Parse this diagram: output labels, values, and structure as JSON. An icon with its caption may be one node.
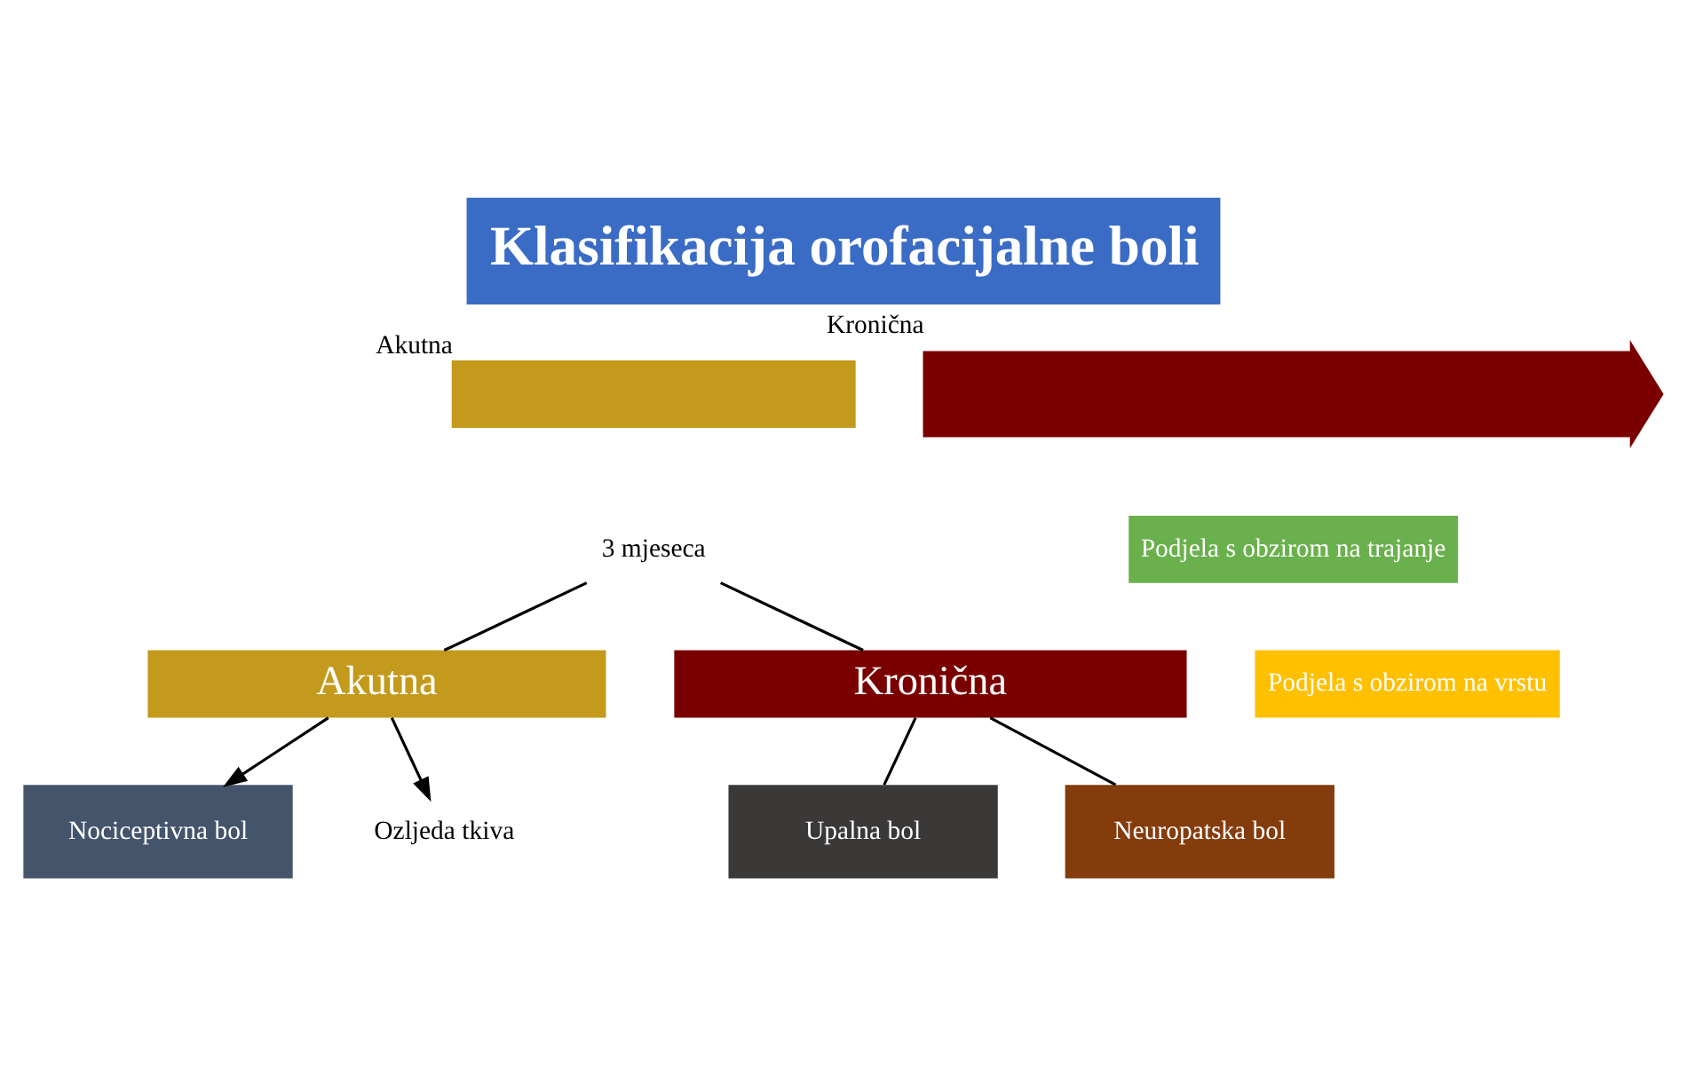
{
  "diagram": {
    "title": "Klasifikacija orofacijalne boli",
    "nodes": [
      {
        "text": [],
        "shape": "bar",
        "beside": [
          "Akutna"
        ]
      },
      {
        "text": [],
        "shape": "arrow",
        "beside": [
          "Kronična"
        ]
      },
      {
        "text": [
          "3 mjeseca"
        ]
      },
      {
        "text": [
          "Akutna"
        ]
      },
      {
        "text": [
          "Kronična"
        ]
      },
      {
        "text": [
          "Podjela s obzirom na trajanje"
        ]
      },
      {
        "text": [
          "Podjela s obzirom na vrstu"
        ]
      },
      {
        "text": [
          "Nociceptivna bol"
        ]
      },
      {
        "text": [
          "Upalna bol"
        ]
      },
      {
        "text": [
          "Neuropatska bol"
        ]
      },
      {
        "text": [
          "Ozljeda tkiva"
        ]
      }
    ],
    "edges": [
      {
        "from": 2,
        "to": 3,
        "arrow": "none"
      },
      {
        "from": 2,
        "to": 4,
        "arrow": "none"
      },
      {
        "from": 3,
        "to": 7,
        "arrow": "to"
      },
      {
        "from": 3,
        "to": 10,
        "arrow": "to"
      },
      {
        "from": 4,
        "to": 8,
        "arrow": "none"
      },
      {
        "from": 4,
        "to": 9,
        "arrow": "none"
      }
    ]
  }
}
